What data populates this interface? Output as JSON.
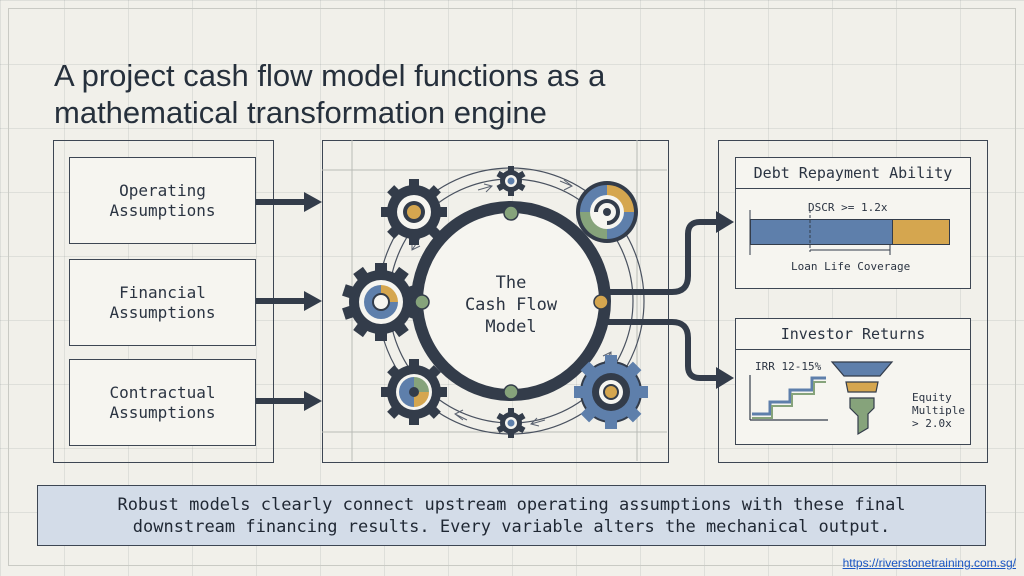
{
  "title": {
    "line1": "A project cash flow model functions as a",
    "line2": "mathematical transformation engine"
  },
  "inputs": [
    {
      "label": "Operating\nAssumptions"
    },
    {
      "label": "Financial\nAssumptions"
    },
    {
      "label": "Contractual\nAssumptions"
    }
  ],
  "engine": {
    "line1": "The",
    "line2": "Cash Flow",
    "line3": "Model"
  },
  "outputs": {
    "debt": {
      "title": "Debt Repayment Ability",
      "dscr": "DSCR >= 1.2x",
      "coverage": "Loan Life Coverage",
      "bar_fraction_blue": 0.71
    },
    "investor": {
      "title": "Investor Returns",
      "irr": "IRR 12-15%",
      "equity": "Equity\nMultiple\n> 2.0x"
    }
  },
  "banner": {
    "line1": "Robust models clearly connect upstream operating assumptions with these final",
    "line2": "downstream financing results. Every variable alters the mechanical output."
  },
  "footer": {
    "url": "https://riverstonetraining.com.sg/"
  },
  "colors": {
    "dark": "#333c4a",
    "blue": "#5e7fab",
    "gold": "#d5a64f",
    "green": "#86a37b",
    "banner": "#d3dce8"
  }
}
